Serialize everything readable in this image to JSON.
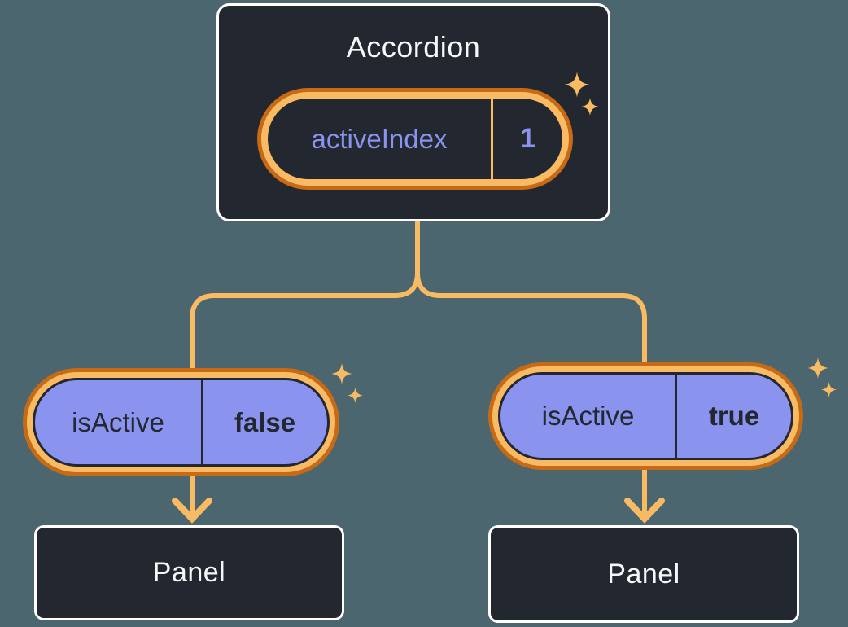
{
  "colors": {
    "background": "#4C6670",
    "node_background": "#23272F",
    "node_border": "#FFFFFF",
    "accent_orange": "#F8BB63",
    "accent_orange_dark": "#C76A15",
    "prop_purple": "#8A93EE",
    "text_light": "#F6F7F9",
    "text_dark": "#23272F"
  },
  "accordion": {
    "title": "Accordion",
    "state": {
      "label": "activeIndex",
      "value": "1"
    }
  },
  "children": [
    {
      "side": "left",
      "prop": {
        "label": "isActive",
        "value": "false"
      },
      "panel": {
        "label": "Panel"
      }
    },
    {
      "side": "right",
      "prop": {
        "label": "isActive",
        "value": "true"
      },
      "panel": {
        "label": "Panel"
      }
    }
  ],
  "icons": {
    "sparkle": "four-point-star",
    "arrow": "arrow-down-chevron"
  }
}
